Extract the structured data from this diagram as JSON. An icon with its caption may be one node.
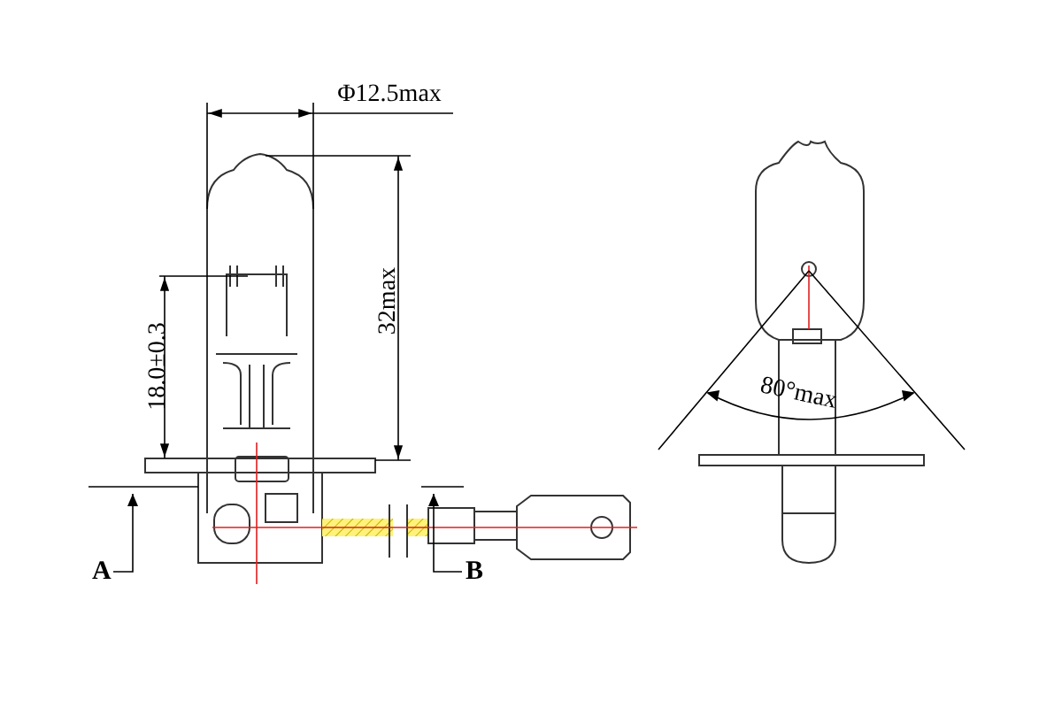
{
  "diagram": {
    "nodes": [
      {
        "text": [
          "A"
        ]
      },
      {
        "text": [
          "B"
        ]
      }
    ],
    "edges": [
      {
        "from": 0,
        "to": null,
        "arrow": "to"
      },
      {
        "from": 1,
        "to": null,
        "arrow": "to"
      }
    ],
    "labels": [
      "Φ12.5max",
      "32max",
      "18.0±0.3",
      "80°max"
    ]
  }
}
